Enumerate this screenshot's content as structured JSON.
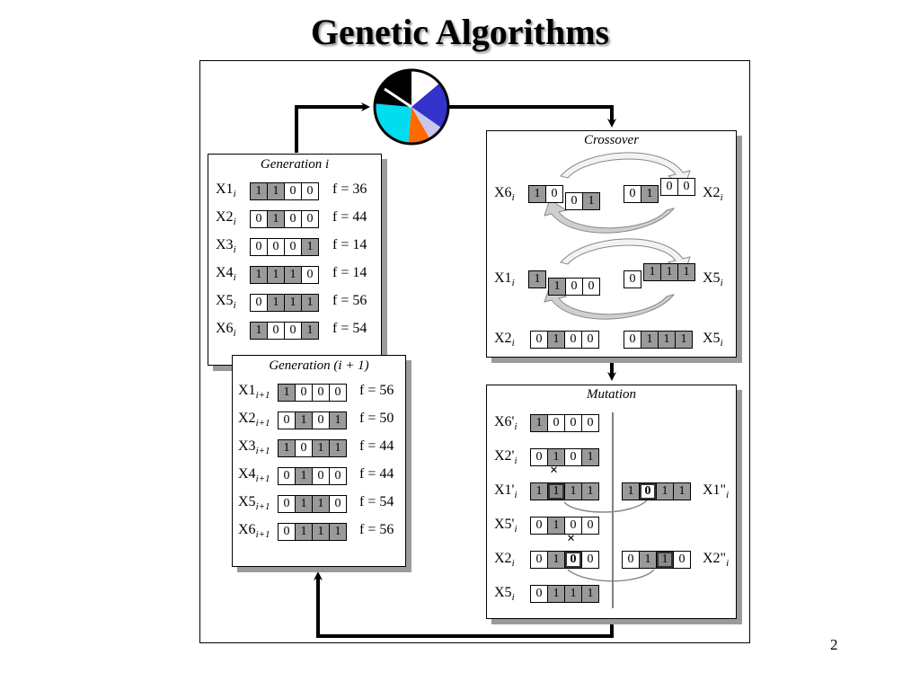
{
  "title": "Genetic Algorithms",
  "page_number": "2",
  "generation_i": {
    "title_word": "Generation",
    "title_var": "i",
    "rows": [
      {
        "label": "X1",
        "sub": "i",
        "bits": [
          [
            "1",
            1
          ],
          [
            "1",
            1
          ],
          [
            "0",
            0
          ],
          [
            "0",
            0
          ]
        ],
        "fitness": "f = 36"
      },
      {
        "label": "X2",
        "sub": "i",
        "bits": [
          [
            "0",
            0
          ],
          [
            "1",
            1
          ],
          [
            "0",
            0
          ],
          [
            "0",
            0
          ]
        ],
        "fitness": "f = 44"
      },
      {
        "label": "X3",
        "sub": "i",
        "bits": [
          [
            "0",
            0
          ],
          [
            "0",
            0
          ],
          [
            "0",
            0
          ],
          [
            "1",
            1
          ]
        ],
        "fitness": "f = 14"
      },
      {
        "label": "X4",
        "sub": "i",
        "bits": [
          [
            "1",
            1
          ],
          [
            "1",
            1
          ],
          [
            "1",
            1
          ],
          [
            "0",
            0
          ]
        ],
        "fitness": "f = 14"
      },
      {
        "label": "X5",
        "sub": "i",
        "bits": [
          [
            "0",
            0
          ],
          [
            "1",
            1
          ],
          [
            "1",
            1
          ],
          [
            "1",
            1
          ]
        ],
        "fitness": "f = 56"
      },
      {
        "label": "X6",
        "sub": "i",
        "bits": [
          [
            "1",
            1
          ],
          [
            "0",
            0
          ],
          [
            "0",
            0
          ],
          [
            "1",
            1
          ]
        ],
        "fitness": "f = 54"
      }
    ]
  },
  "generation_i1": {
    "title": "Generation (i + 1)",
    "rows": [
      {
        "label": "X1",
        "sub": "i+1",
        "bits": [
          [
            "1",
            1
          ],
          [
            "0",
            0
          ],
          [
            "0",
            0
          ],
          [
            "0",
            0
          ]
        ],
        "fitness": "f = 56"
      },
      {
        "label": "X2",
        "sub": "i+1",
        "bits": [
          [
            "0",
            0
          ],
          [
            "1",
            1
          ],
          [
            "0",
            0
          ],
          [
            "1",
            1
          ]
        ],
        "fitness": "f = 50"
      },
      {
        "label": "X3",
        "sub": "i+1",
        "bits": [
          [
            "1",
            1
          ],
          [
            "0",
            0
          ],
          [
            "1",
            1
          ],
          [
            "1",
            1
          ]
        ],
        "fitness": "f = 44"
      },
      {
        "label": "X4",
        "sub": "i+1",
        "bits": [
          [
            "0",
            0
          ],
          [
            "1",
            1
          ],
          [
            "0",
            0
          ],
          [
            "0",
            0
          ]
        ],
        "fitness": "f = 44"
      },
      {
        "label": "X5",
        "sub": "i+1",
        "bits": [
          [
            "0",
            0
          ],
          [
            "1",
            1
          ],
          [
            "1",
            1
          ],
          [
            "0",
            0
          ]
        ],
        "fitness": "f = 54"
      },
      {
        "label": "X6",
        "sub": "i+1",
        "bits": [
          [
            "0",
            0
          ],
          [
            "1",
            1
          ],
          [
            "1",
            1
          ],
          [
            "1",
            1
          ]
        ],
        "fitness": "f = 56"
      }
    ]
  },
  "crossover": {
    "title": "Crossover",
    "pairs": [
      {
        "left_label": "X6",
        "left_sub": "i",
        "left_head": [
          [
            "1",
            1
          ],
          [
            "0",
            0
          ]
        ],
        "left_tail": [
          [
            "0",
            0
          ],
          [
            "1",
            1
          ]
        ],
        "right_label": "X2",
        "right_sub": "i",
        "right_head": [
          [
            "0",
            0
          ],
          [
            "1",
            1
          ]
        ],
        "right_tail": [
          [
            "0",
            0
          ],
          [
            "0",
            0
          ]
        ]
      },
      {
        "left_label": "X1",
        "left_sub": "i",
        "left_head": [
          [
            "1",
            1
          ]
        ],
        "left_tail": [
          [
            "1",
            1
          ],
          [
            "0",
            0
          ],
          [
            "0",
            0
          ]
        ],
        "right_label": "X5",
        "right_sub": "i",
        "right_head": [
          [
            "0",
            0
          ]
        ],
        "right_tail": [
          [
            "1",
            1
          ],
          [
            "1",
            1
          ],
          [
            "1",
            1
          ]
        ]
      }
    ],
    "unchanged": {
      "left_label": "X2",
      "left_sub": "i",
      "left_bits": [
        [
          "0",
          0
        ],
        [
          "1",
          1
        ],
        [
          "0",
          0
        ],
        [
          "0",
          0
        ]
      ],
      "right_label": "X5",
      "right_sub": "i",
      "right_bits": [
        [
          "0",
          0
        ],
        [
          "1",
          1
        ],
        [
          "1",
          1
        ],
        [
          "1",
          1
        ]
      ]
    }
  },
  "mutation": {
    "title": "Mutation",
    "rows": [
      {
        "label": "X6'",
        "sub": "i",
        "bits": [
          [
            "1",
            1
          ],
          [
            "0",
            0
          ],
          [
            "0",
            0
          ],
          [
            "0",
            0
          ]
        ]
      },
      {
        "label": "X2'",
        "sub": "i",
        "bits": [
          [
            "0",
            0
          ],
          [
            "1",
            1
          ],
          [
            "0",
            0
          ],
          [
            "1",
            1
          ]
        ]
      },
      {
        "label": "X1'",
        "sub": "i",
        "bits": [
          [
            "1",
            1
          ],
          [
            "1",
            1
          ],
          [
            "1",
            1
          ],
          [
            "1",
            1
          ]
        ],
        "flip": 1,
        "mutant_label": "X1\"",
        "mutant_sub": "i",
        "mutant_bits": [
          [
            "1",
            1
          ],
          [
            "0",
            0
          ],
          [
            "1",
            1
          ],
          [
            "1",
            1
          ]
        ],
        "mutant_flip": 1
      },
      {
        "label": "X5'",
        "sub": "i",
        "bits": [
          [
            "0",
            0
          ],
          [
            "1",
            1
          ],
          [
            "0",
            0
          ],
          [
            "0",
            0
          ]
        ]
      },
      {
        "label": "X2",
        "sub": "i",
        "bits": [
          [
            "0",
            0
          ],
          [
            "1",
            1
          ],
          [
            "0",
            0
          ],
          [
            "0",
            0
          ]
        ],
        "flip": 2,
        "mutant_label": "X2\"",
        "mutant_sub": "i",
        "mutant_bits": [
          [
            "0",
            0
          ],
          [
            "1",
            1
          ],
          [
            "1",
            1
          ],
          [
            "0",
            0
          ]
        ],
        "mutant_flip": 2
      },
      {
        "label": "X5",
        "sub": "i",
        "bits": [
          [
            "0",
            0
          ],
          [
            "1",
            1
          ],
          [
            "1",
            1
          ],
          [
            "1",
            1
          ]
        ]
      }
    ],
    "mark": "×"
  },
  "colors": {
    "wheel_black": "#000000",
    "wheel_white": "#ffffff",
    "wheel_blue": "#3333cc",
    "wheel_lavender": "#c7c7ee",
    "wheel_orange": "#ff6a00",
    "wheel_cyan": "#00ddee",
    "bit_gray": "#9a9a9a",
    "shadow": "#9b9b9b"
  }
}
